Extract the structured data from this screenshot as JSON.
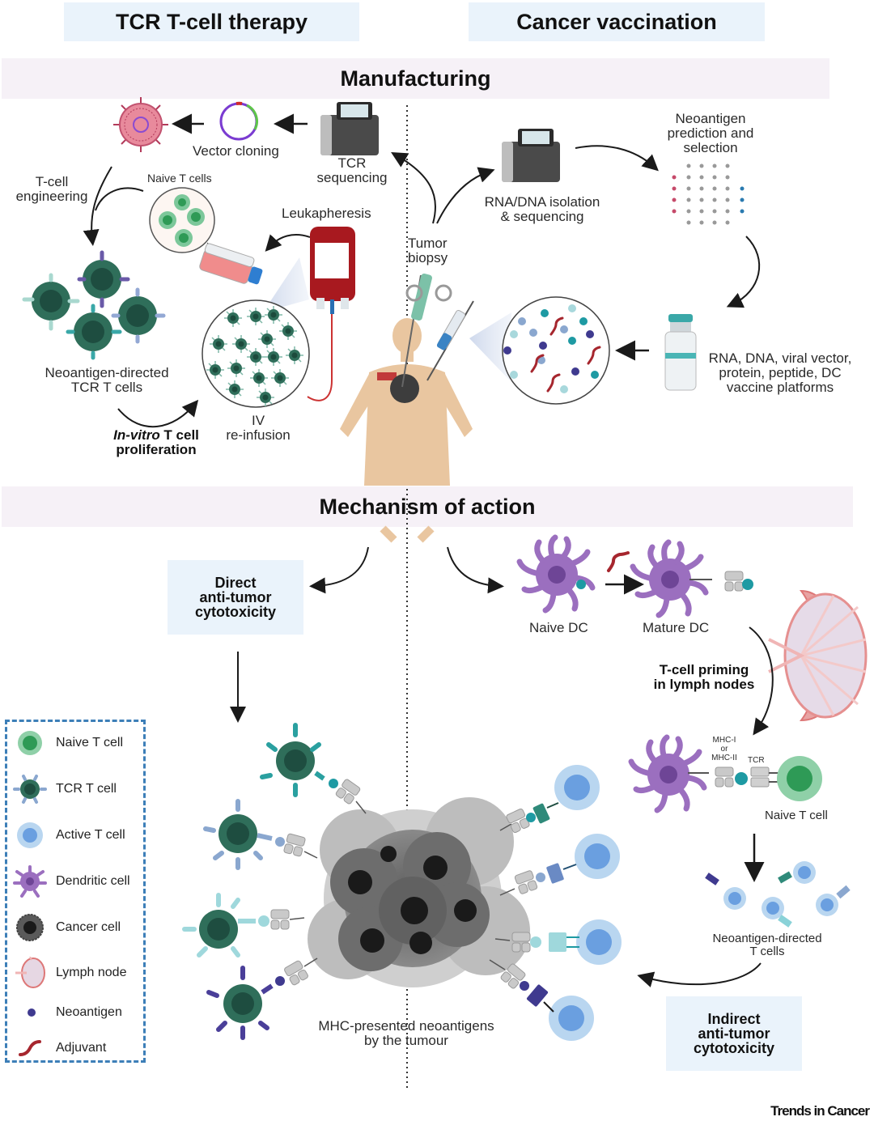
{
  "columns": {
    "left": "TCR T-cell therapy",
    "right": "Cancer vaccination"
  },
  "sections": {
    "manufacturing": "Manufacturing",
    "mechanism": "Mechanism of action"
  },
  "manufacturing": {
    "vector_cloning": "Vector cloning",
    "tcr_sequencing": [
      "TCR",
      "sequencing"
    ],
    "tcell_engineering": [
      "T-cell",
      "engineering"
    ],
    "naive_t_cells": "Naive T cells",
    "leukapheresis": "Leukapheresis",
    "tumor_biopsy": [
      "Tumor",
      "biopsy"
    ],
    "neo_tcr_cells": [
      "Neoantigen-directed",
      "TCR T cells"
    ],
    "proliferation_italic": "In-vitro",
    "proliferation_rest": " T cell",
    "proliferation_line2": "proliferation",
    "iv_reinfusion": [
      "IV",
      "re-infusion"
    ],
    "rna_dna": [
      "RNA/DNA isolation",
      "& sequencing"
    ],
    "neo_prediction": [
      "Neoantigen",
      "prediction and",
      "selection"
    ],
    "vaccine_platforms": [
      "RNA, DNA, viral vector,",
      "protein, peptide, DC",
      "vaccine platforms"
    ]
  },
  "mechanism": {
    "direct_box": [
      "Direct",
      "anti-tumor",
      "cytotoxicity"
    ],
    "indirect_box": [
      "Indirect",
      "anti-tumor",
      "cytotoxicity"
    ],
    "naive_dc": "Naive DC",
    "mature_dc": "Mature DC",
    "priming": [
      "T-cell priming",
      "in lymph nodes"
    ],
    "mhc_label": [
      "MHC-I",
      "or",
      "MHC-II"
    ],
    "tcr_label": "TCR",
    "naive_t_cell": "Naive T cell",
    "neo_t_cells": [
      "Neoantigen-directed",
      "T cells"
    ],
    "tumour_caption": [
      "MHC-presented neoantigens",
      "by the tumour"
    ]
  },
  "legend": {
    "items": [
      {
        "label": "Naive T cell",
        "icon": "naive-t-cell-icon"
      },
      {
        "label": "TCR T cell",
        "icon": "tcr-t-cell-icon"
      },
      {
        "label": "Active T cell",
        "icon": "active-t-cell-icon"
      },
      {
        "label": "Dendritic cell",
        "icon": "dendritic-cell-icon"
      },
      {
        "label": "Cancer cell",
        "icon": "cancer-cell-icon"
      },
      {
        "label": "Lymph node",
        "icon": "lymph-node-icon"
      },
      {
        "label": "Neoantigen",
        "icon": "neoantigen-icon"
      },
      {
        "label": "Adjuvant",
        "icon": "adjuvant-icon"
      }
    ]
  },
  "colors": {
    "header_bg": "#eaf3fb",
    "band_bg": "#f6f1f7",
    "legend_border": "#3d7fb8",
    "tcell_green": "#2f6e5a",
    "naive_green": "#7cc79a",
    "active_blue": "#a8cdee",
    "dc_purple": "#9b6fbf",
    "adjuvant_red": "#a6262e",
    "neoantigen_purple": "#3f3a8f",
    "teal": "#1e9aa3"
  },
  "footer": "Trends in Cancer"
}
